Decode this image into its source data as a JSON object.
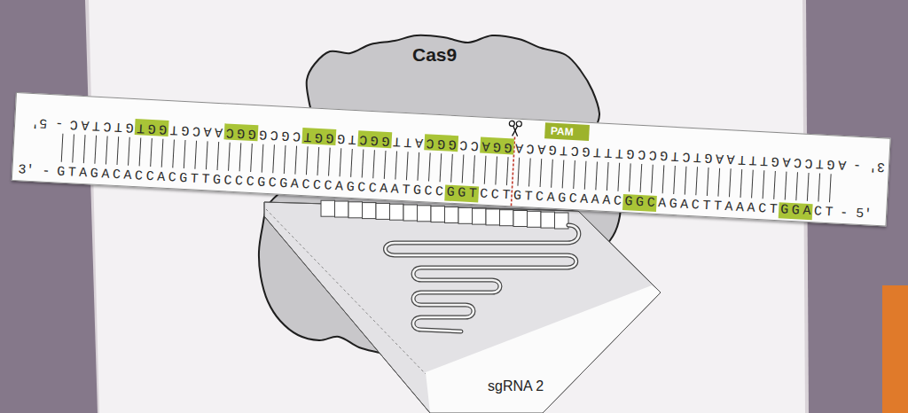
{
  "diagram": {
    "nodes": [
      {
        "text": [
          "Cas9"
        ]
      },
      {
        "text": [
          "3' -",
          "AGTCCAGTTTAAGTCTGCCGTTTGCTGACAGGACCGGCATTGGCTGGGTCGCGGGCAACGTGGTGTCTAC",
          "- 5'",
          "3' -",
          "GTAGACACCACGTTGCCCGCGACCCAGCCAATGCCGGTCCTGTCAGCAAACGGCAGACTTAAACTGGACT",
          "- 5'"
        ]
      },
      {
        "text": [
          "PAM"
        ],
        "in": 1
      },
      {
        "text": [
          "sgRNA 2"
        ]
      }
    ]
  }
}
